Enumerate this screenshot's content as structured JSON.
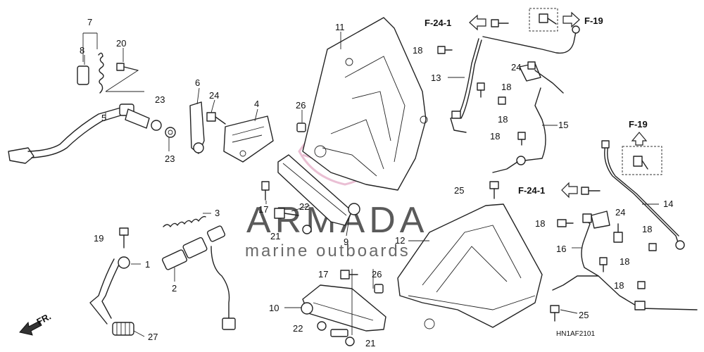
{
  "diagram": {
    "callouts": [
      {
        "id": "c7",
        "text": "7"
      },
      {
        "id": "c8",
        "text": "8"
      },
      {
        "id": "c20",
        "text": "20"
      },
      {
        "id": "c5",
        "text": "5"
      },
      {
        "id": "c23a",
        "text": "23"
      },
      {
        "id": "c23b",
        "text": "23"
      },
      {
        "id": "c6",
        "text": "6"
      },
      {
        "id": "c24a",
        "text": "24"
      },
      {
        "id": "c4",
        "text": "4"
      },
      {
        "id": "c26a",
        "text": "26"
      },
      {
        "id": "c11",
        "text": "11"
      },
      {
        "id": "c18a",
        "text": "18"
      },
      {
        "id": "c13",
        "text": "13"
      },
      {
        "id": "c24b",
        "text": "24"
      },
      {
        "id": "c18b",
        "text": "18"
      },
      {
        "id": "c18c",
        "text": "18"
      },
      {
        "id": "c18d",
        "text": "18"
      },
      {
        "id": "c15",
        "text": "15"
      },
      {
        "id": "c25a",
        "text": "25"
      },
      {
        "id": "c3",
        "text": "3"
      },
      {
        "id": "c17a",
        "text": "17"
      },
      {
        "id": "c22a",
        "text": "22"
      },
      {
        "id": "c21a",
        "text": "21"
      },
      {
        "id": "c9",
        "text": "9"
      },
      {
        "id": "c19",
        "text": "19"
      },
      {
        "id": "c1",
        "text": "1"
      },
      {
        "id": "c2",
        "text": "2"
      },
      {
        "id": "c27",
        "text": "27"
      },
      {
        "id": "c12",
        "text": "12"
      },
      {
        "id": "c17b",
        "text": "17"
      },
      {
        "id": "c26b",
        "text": "26"
      },
      {
        "id": "c10",
        "text": "10"
      },
      {
        "id": "c22b",
        "text": "22"
      },
      {
        "id": "c21b",
        "text": "21"
      },
      {
        "id": "c14",
        "text": "14"
      },
      {
        "id": "c18e",
        "text": "18"
      },
      {
        "id": "c24c",
        "text": "24"
      },
      {
        "id": "c18f",
        "text": "18"
      },
      {
        "id": "c16",
        "text": "16"
      },
      {
        "id": "c18g",
        "text": "18"
      },
      {
        "id": "c18h",
        "text": "18"
      },
      {
        "id": "c25b",
        "text": "25"
      }
    ],
    "references": {
      "f24_1_top": "F-24-1",
      "f19_top": "F-19",
      "f19_right": "F-19",
      "f24_1_right": "F-24-1"
    },
    "front_marker": "FR.",
    "diagram_code": "HN1AF2101"
  },
  "watermark": {
    "brand": "ARMADA",
    "tagline": "marine outboards",
    "accent_color": "#d98bb0"
  }
}
